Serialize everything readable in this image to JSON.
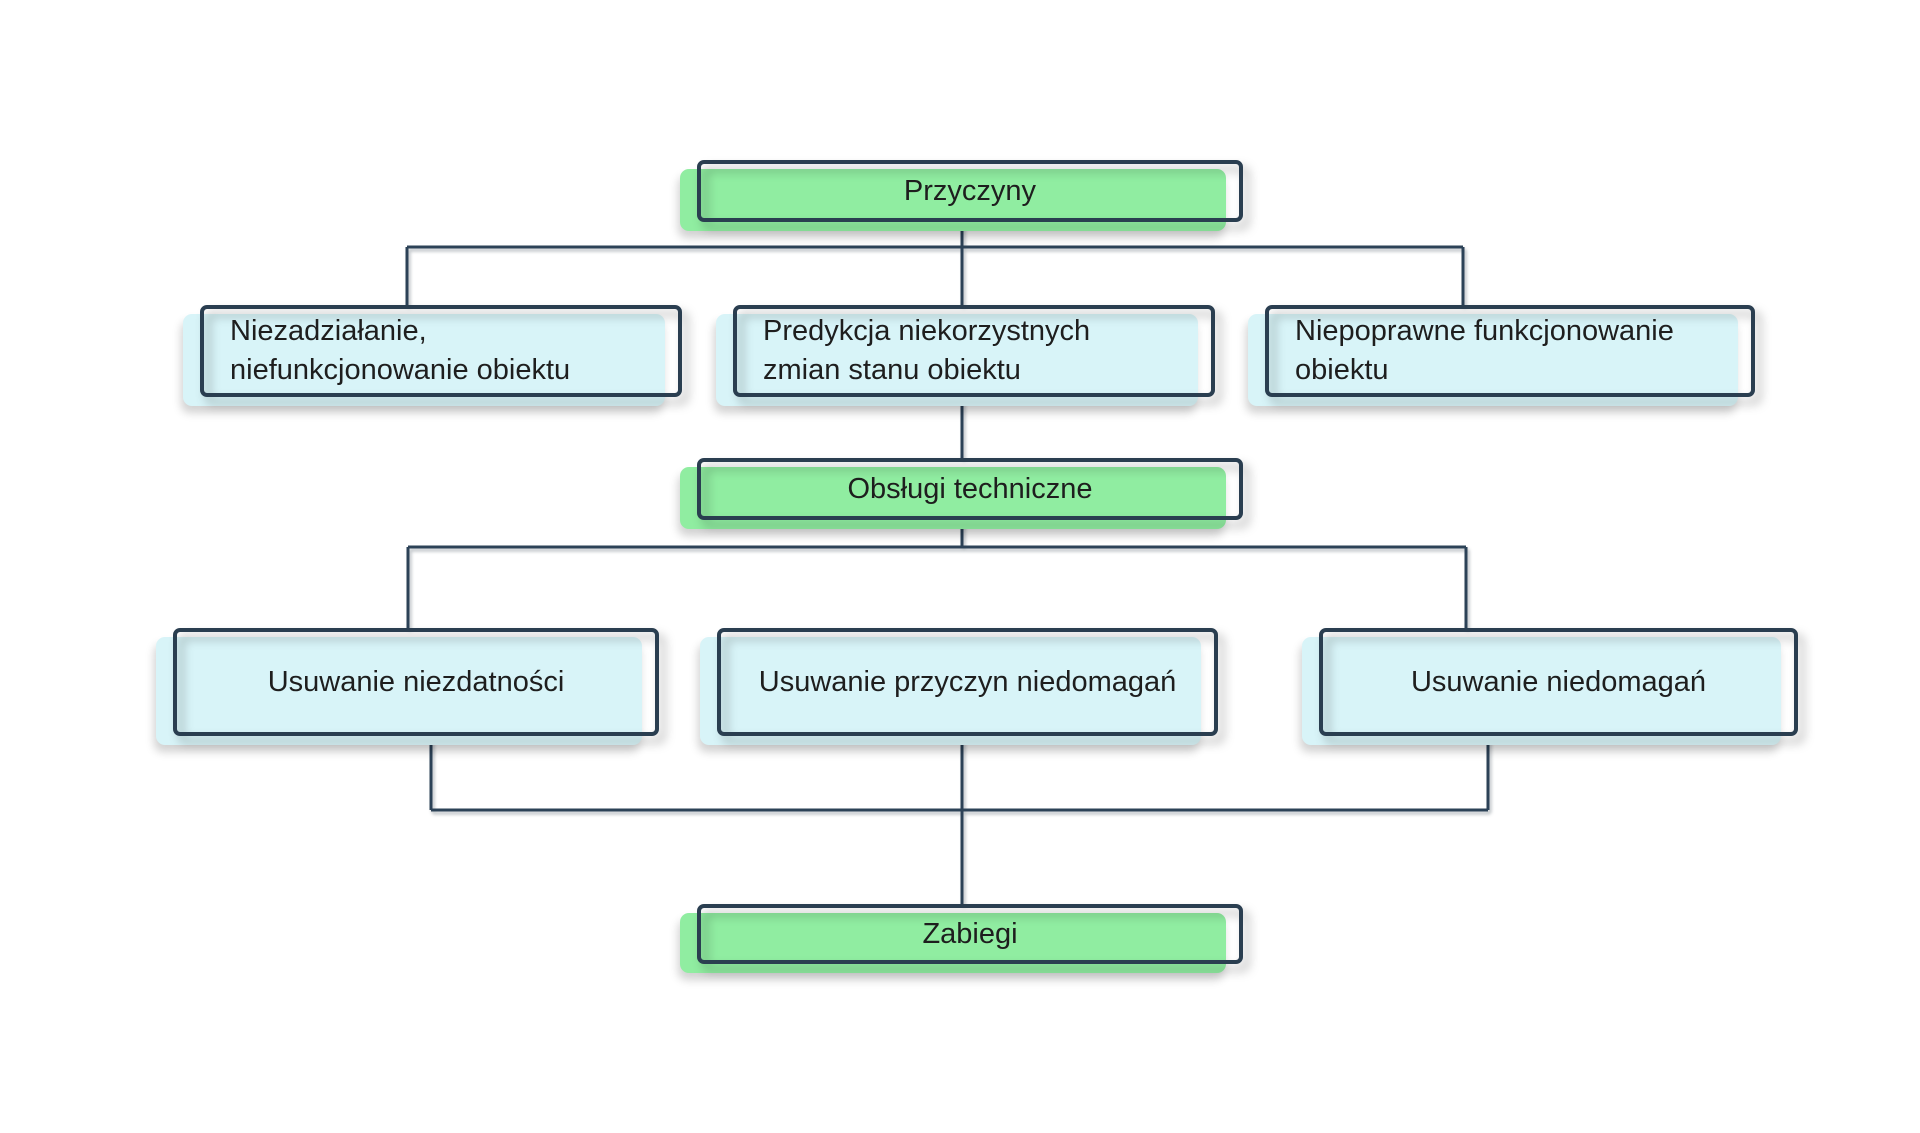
{
  "diagram": {
    "nodes": {
      "przyczyny": {
        "label": "Przyczyny"
      },
      "niezadzialanie": {
        "lines": [
          "Niezadziałanie,",
          "niefunkcjonowanie obiektu"
        ]
      },
      "predykcja": {
        "lines": [
          "Predykcja niekorzystnych",
          "zmian stanu obiektu"
        ]
      },
      "niepoprawne": {
        "lines": [
          "Niepoprawne funkcjonowanie",
          "obiektu"
        ]
      },
      "obslugi": {
        "label": "Obsługi techniczne"
      },
      "usuwanie_niezdatnosci": {
        "label": "Usuwanie niezdatności"
      },
      "usuwanie_przyczyn": {
        "label": "Usuwanie przyczyn niedomagań"
      },
      "usuwanie_niedomagan": {
        "label": "Usuwanie niedomagań"
      },
      "zabiegi": {
        "label": "Zabiegi"
      }
    },
    "edges": [
      [
        "przyczyny",
        "niezadzialanie"
      ],
      [
        "przyczyny",
        "predykcja"
      ],
      [
        "przyczyny",
        "niepoprawne"
      ],
      [
        "predykcja",
        "obslugi"
      ],
      [
        "obslugi",
        "usuwanie_niezdatnosci"
      ],
      [
        "obslugi",
        "usuwanie_przyczyn"
      ],
      [
        "obslugi",
        "usuwanie_niedomagan"
      ],
      [
        "usuwanie_niezdatnosci",
        "zabiegi"
      ],
      [
        "usuwanie_przyczyn",
        "zabiegi"
      ],
      [
        "usuwanie_niedomagan",
        "zabiegi"
      ]
    ],
    "colors": {
      "green_fill": "#90EDA1",
      "cyan_fill": "#D8F4F8",
      "box_border": "#2A3E50",
      "connector": "#2C4257",
      "text": "#1E1E1E",
      "background": "#FFFFFF"
    }
  }
}
